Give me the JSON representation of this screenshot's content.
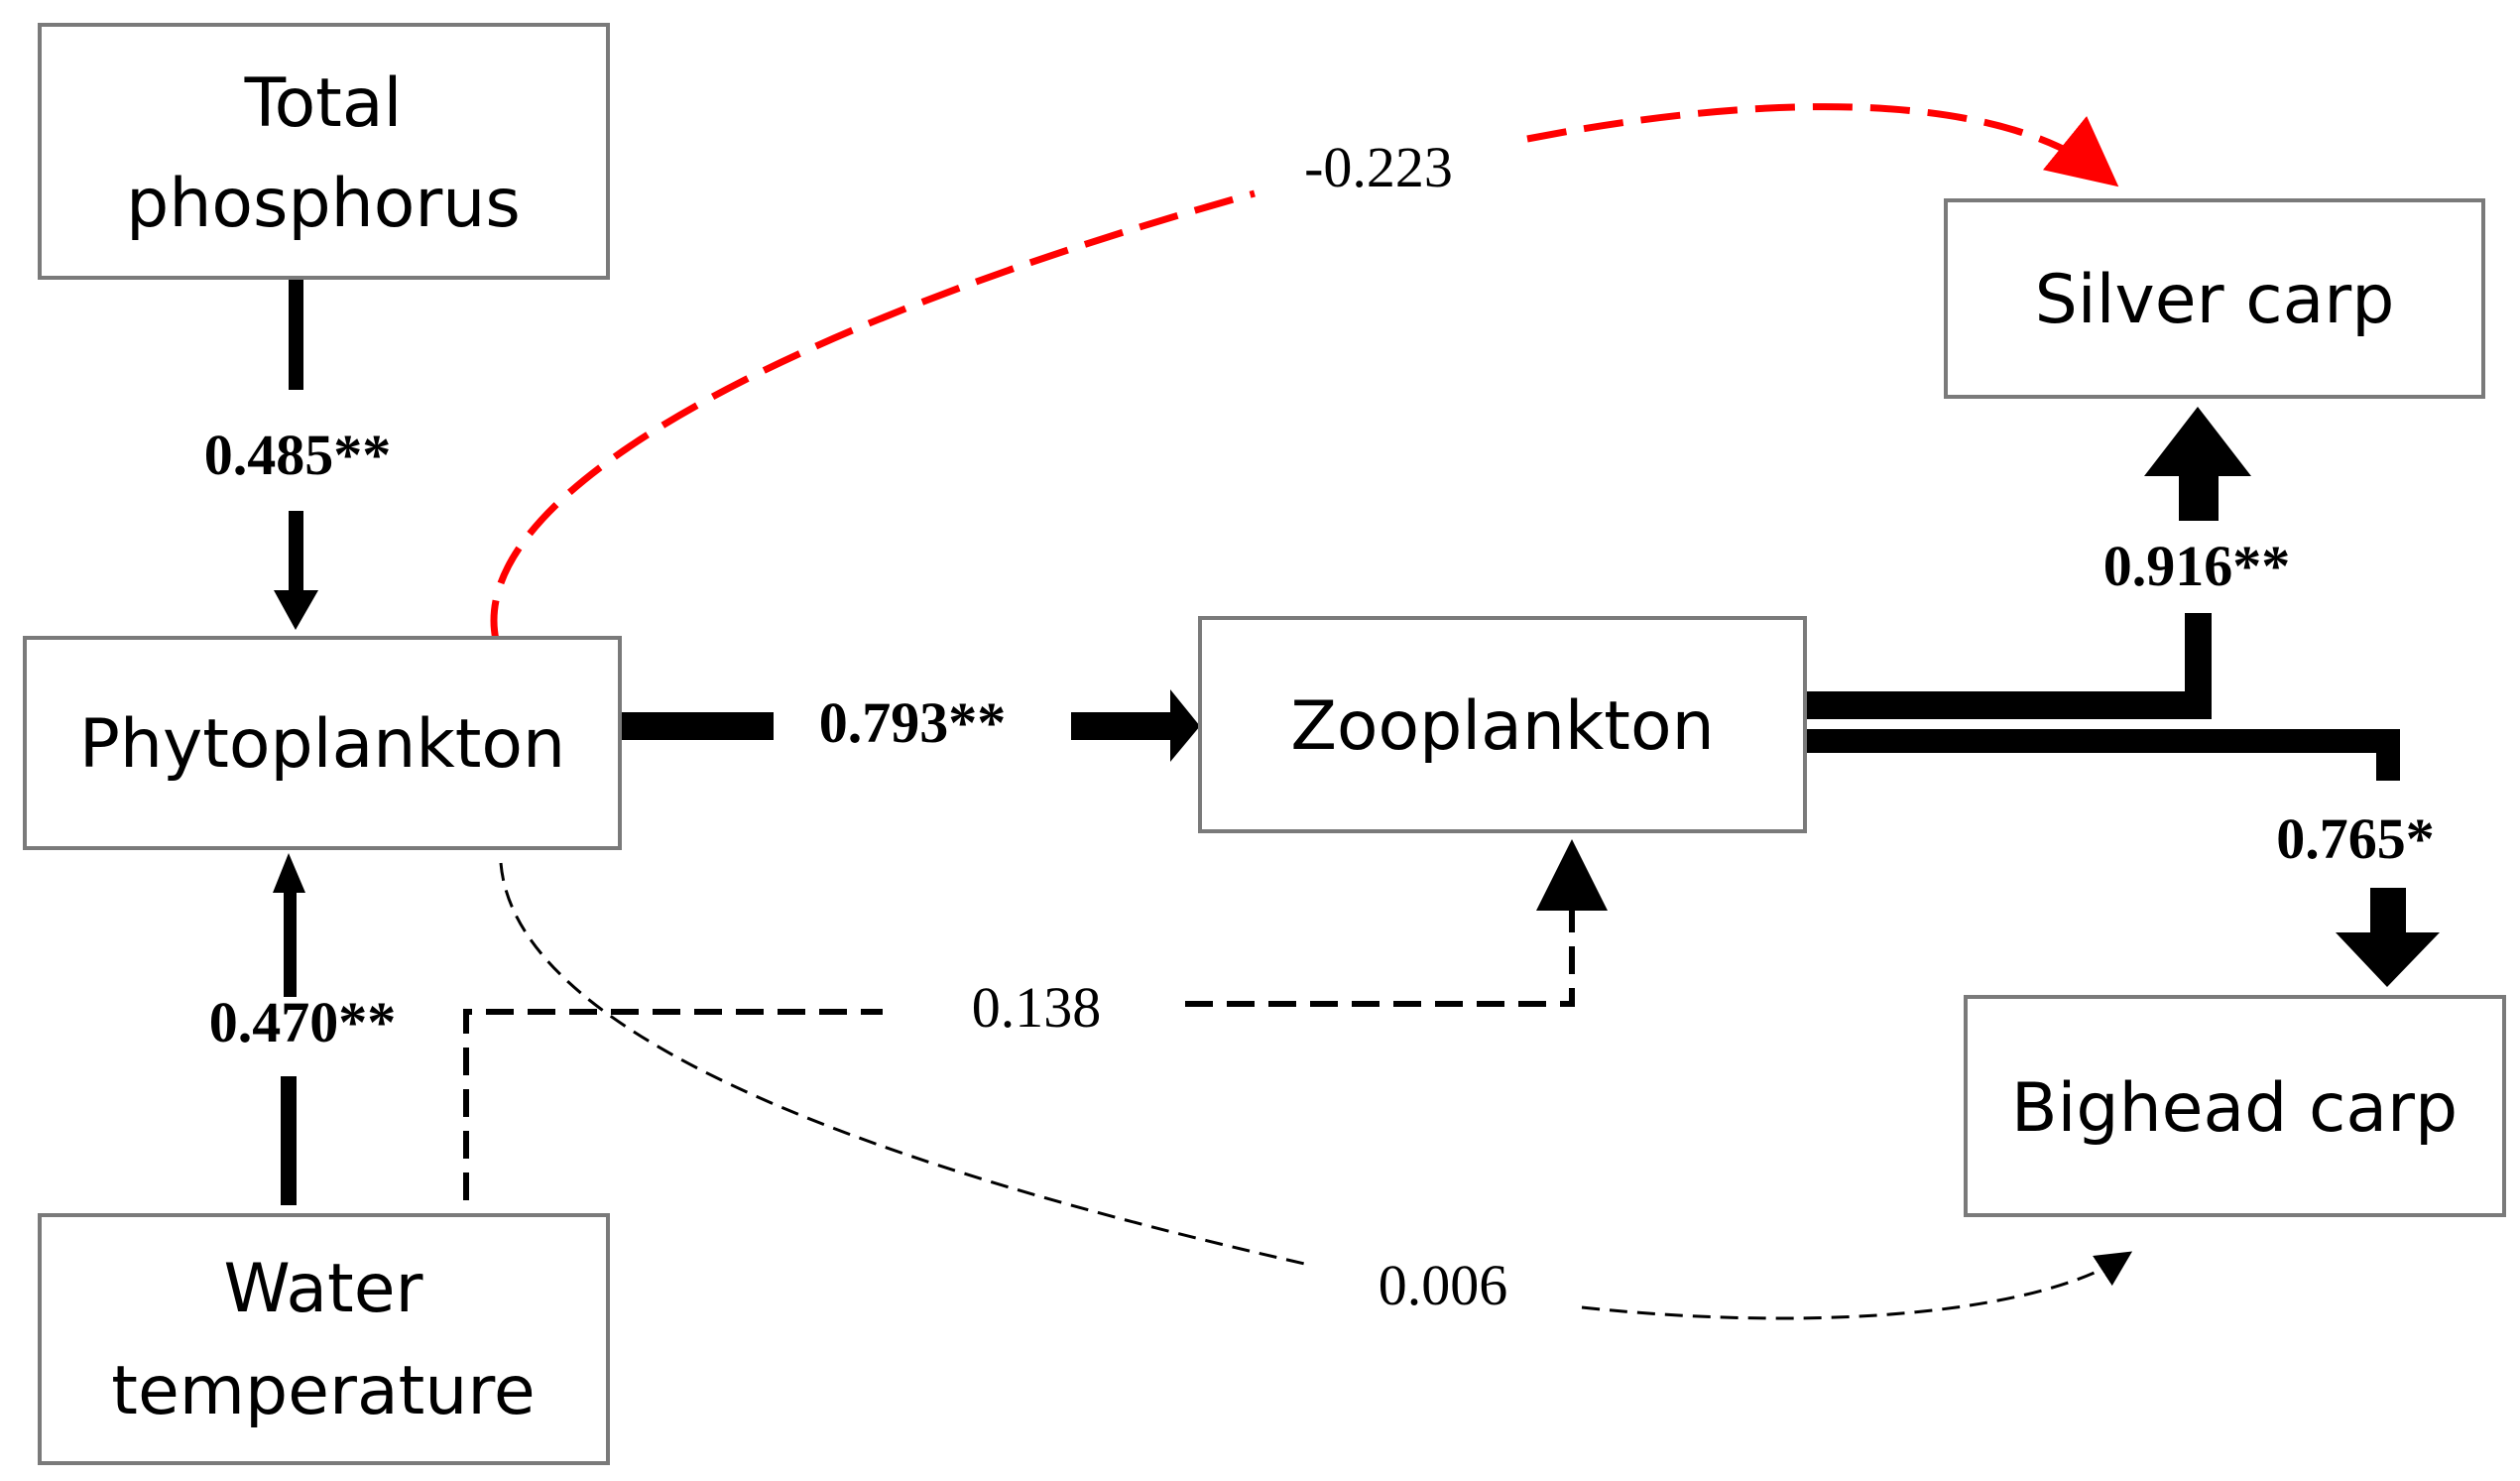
{
  "nodes": {
    "total_phosphorus": {
      "line1": "Total",
      "line2": "phosphorus"
    },
    "phytoplankton": {
      "label": "Phytoplankton"
    },
    "zooplankton": {
      "label": "Zooplankton"
    },
    "silver_carp": {
      "label": "Silver carp"
    },
    "bighead_carp": {
      "label": "Bighead carp"
    },
    "water_temperature": {
      "line1": "Water",
      "line2": "temperature"
    }
  },
  "paths": {
    "tp_to_phyto": {
      "value": "0.485**",
      "significant": true
    },
    "wt_to_phyto": {
      "value": "0.470**",
      "significant": true
    },
    "phyto_to_zoo": {
      "value": "0.793**",
      "significant": true
    },
    "zoo_to_silver": {
      "value": "0.916**",
      "significant": true
    },
    "zoo_to_bighead": {
      "value": "0.765*",
      "significant": true
    },
    "phyto_to_silver": {
      "value": "-0.223",
      "significant": false
    },
    "wt_to_zoo": {
      "value": "0.138",
      "significant": false
    },
    "phyto_to_bighead": {
      "value": "0.006",
      "significant": false
    }
  },
  "colors": {
    "significant": "#000000",
    "negative": "#ff0000",
    "box_border": "#7a7a7a"
  }
}
